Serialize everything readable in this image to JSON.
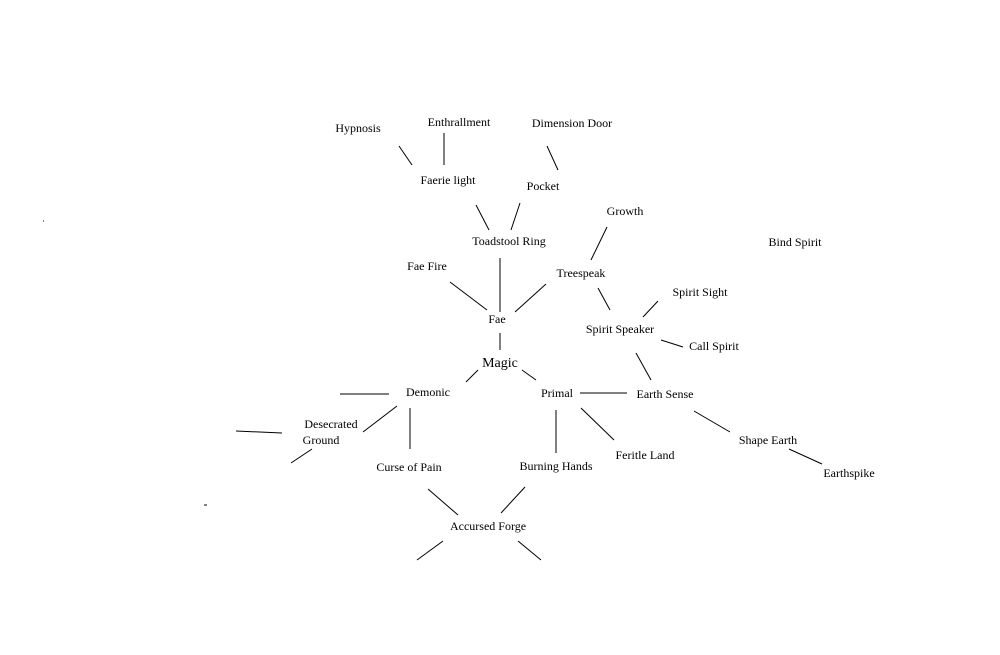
{
  "diagram": {
    "root": "Magic",
    "nodes": {
      "hypnosis": "Hypnosis",
      "enthrallment": "Enthrallment",
      "dimension_door": "Dimension Door",
      "faerie_light": "Faerie light",
      "pocket": "Pocket",
      "growth": "Growth",
      "toadstool_ring": "Toadstool Ring",
      "bind_spirit": "Bind Spirit",
      "fae_fire": "Fae Fire",
      "treespeak": "Treespeak",
      "spirit_sight": "Spirit Sight",
      "fae": "Fae",
      "spirit_speaker": "Spirit Speaker",
      "call_spirit": "Call Spirit",
      "magic": "Magic",
      "demonic": "Demonic",
      "primal": "Primal",
      "earth_sense": "Earth Sense",
      "desecrated_ground_line1": "Desecrated",
      "desecrated_ground_line2": "Ground",
      "feritle_land": "Feritle Land",
      "curse_of_pain": "Curse of Pain",
      "burning_hands": "Burning Hands",
      "shape_earth": "Shape Earth",
      "earthspike": "Earthspike",
      "accursed_forge": "Accursed Forge"
    },
    "edges": [
      [
        "Hypnosis",
        "Faerie light"
      ],
      [
        "Enthrallment",
        "Faerie light"
      ],
      [
        "Dimension Door",
        "Pocket"
      ],
      [
        "Faerie light",
        "Toadstool Ring"
      ],
      [
        "Pocket",
        "Toadstool Ring"
      ],
      [
        "Growth",
        "Treespeak"
      ],
      [
        "Toadstool Ring",
        "Fae"
      ],
      [
        "Fae Fire",
        "Fae"
      ],
      [
        "Treespeak",
        "Fae"
      ],
      [
        "Treespeak",
        "Spirit Speaker"
      ],
      [
        "Spirit Sight",
        "Spirit Speaker"
      ],
      [
        "Call Spirit",
        "Spirit Speaker"
      ],
      [
        "Spirit Speaker",
        "Earth Sense"
      ],
      [
        "Fae",
        "Magic"
      ],
      [
        "Magic",
        "Demonic"
      ],
      [
        "Magic",
        "Primal"
      ],
      [
        "Primal",
        "Earth Sense"
      ],
      [
        "Demonic",
        "Desecrated Ground"
      ],
      [
        "Demonic",
        "Curse of Pain"
      ],
      [
        "Primal",
        "Burning Hands"
      ],
      [
        "Primal",
        "Feritle Land"
      ],
      [
        "Earth Sense",
        "Shape Earth"
      ],
      [
        "Shape Earth",
        "Earthspike"
      ],
      [
        "Curse of Pain",
        "Accursed Forge"
      ],
      [
        "Burning Hands",
        "Accursed Forge"
      ]
    ]
  }
}
